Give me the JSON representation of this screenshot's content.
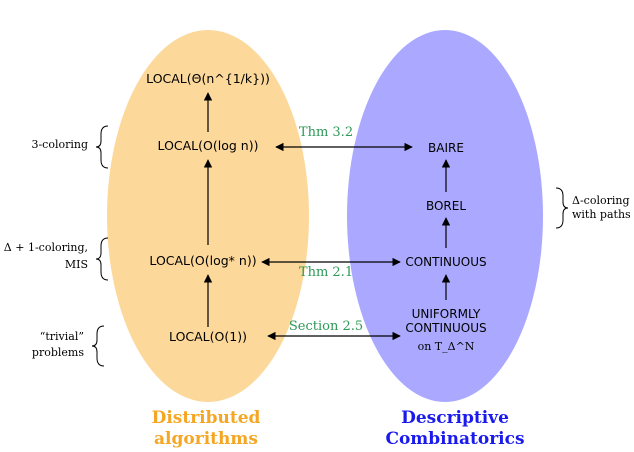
{
  "colors": {
    "left_ellipse": "#fcd89a",
    "right_ellipse": "#aaa9ff",
    "left_title": "#f5a623",
    "right_title": "#1a1aee",
    "edge_label": "#2e9958",
    "node_text": "#000000"
  },
  "left_nodes": {
    "top": "LOCAL(Θ(n^{1/k}))",
    "logn": "LOCAL(O(log n))",
    "logstar": "LOCAL(O(log* n))",
    "const": "LOCAL(O(1))"
  },
  "right_nodes": {
    "baire": "BAIRE",
    "borel": "BOREL",
    "continuous": "CONTINUOUS",
    "uniform_line1": "UNIFORMLY",
    "uniform_line2": "CONTINUOUS",
    "uniform_line3": "on T_Δ^N"
  },
  "edge_labels": {
    "thm32": "Thm 3.2",
    "thm21": "Thm 2.1",
    "section25": "Section 2.5"
  },
  "side_labels": {
    "three_coloring": "3-coloring",
    "delta_plus_one_line1": "Δ + 1-coloring,",
    "delta_plus_one_line2": "MIS",
    "trivial_line1": "“trivial”",
    "trivial_line2": "problems",
    "delta_coloring_line1": "Δ-coloring",
    "delta_coloring_line2": "with paths"
  },
  "titles": {
    "left_line1": "Distributed",
    "left_line2": "algorithms",
    "right_line1": "Descriptive",
    "right_line2": "Combinatorics"
  }
}
